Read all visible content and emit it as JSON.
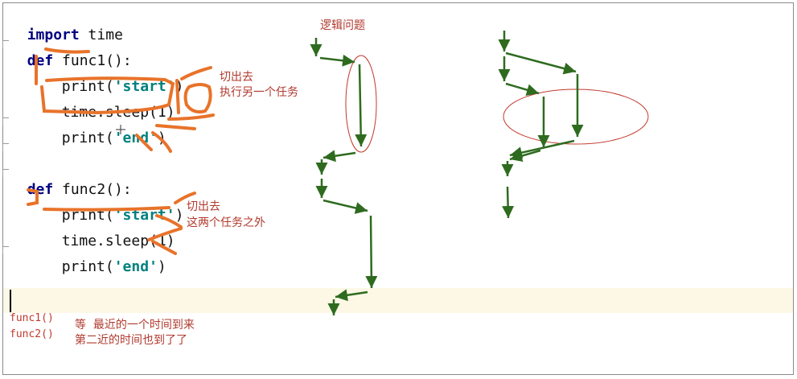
{
  "code": {
    "line1": {
      "kw": "import",
      "rest": " time"
    },
    "func1_def": {
      "kw": "def",
      "rest": " func1():"
    },
    "func1_l1": {
      "call": "print(",
      "arg": "'start'",
      "close": ")"
    },
    "func1_l2": "time.sleep(1)",
    "func1_l3": {
      "call": "print(",
      "arg": "'end'",
      "close": ")"
    },
    "func2_def": {
      "kw": "def",
      "rest": " func2():"
    },
    "func2_l1": {
      "call": "print(",
      "arg": "'start'",
      "close": ")"
    },
    "func2_l2": "time.sleep(1)",
    "func2_l3": {
      "call": "print(",
      "arg": "'end'",
      "close": ")"
    }
  },
  "bottom_calls": [
    "func1()",
    "func2()"
  ],
  "annotations": {
    "note1_line1": "切出去",
    "note1_line2": "执行另一个任务",
    "note2_line1": "切出去",
    "note2_line2": "这两个任务之外",
    "logic_label": "逻辑问题",
    "bottom_line1": "等  最近的一个时间到来",
    "bottom_line2": "第二近的时间也到了了"
  },
  "colors": {
    "keyword": "#000080",
    "string": "#008080",
    "marker_orange": "#e8732a",
    "note_red": "#b03a2e",
    "arrow_green": "#2e6b1f",
    "highlight_line": "#fdf8e6"
  }
}
